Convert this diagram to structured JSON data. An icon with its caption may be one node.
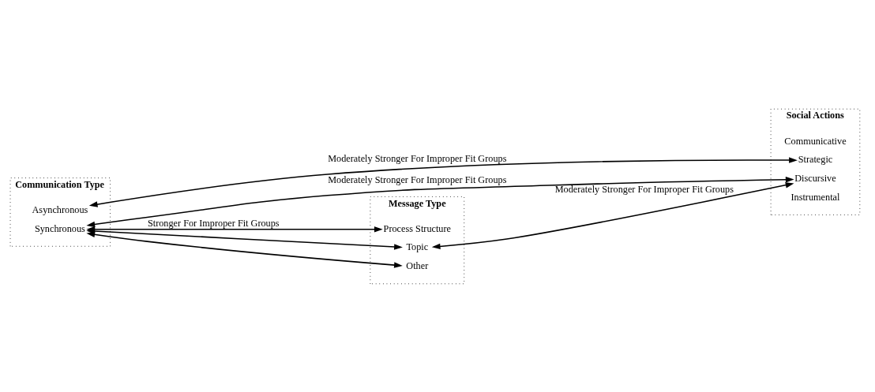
{
  "diagram": {
    "nodes": [
      {
        "text": [
          "Social Actions"
        ]
      },
      {
        "text": [
          "Communicative"
        ],
        "in": 0
      },
      {
        "text": [
          "Discursive"
        ],
        "in": 0
      },
      {
        "text": [
          "Strategic"
        ],
        "in": 0
      },
      {
        "text": [
          "Instrumental"
        ],
        "in": 0
      },
      {
        "text": [
          "Communication Type"
        ]
      },
      {
        "text": [
          "Asynchronous"
        ],
        "in": 5
      },
      {
        "text": [
          "Synchronous"
        ],
        "in": 5
      },
      {
        "text": [
          "Message Type"
        ]
      },
      {
        "text": [
          "Process Structure"
        ],
        "in": 8
      },
      {
        "text": [
          "Topic"
        ],
        "in": 8
      },
      {
        "text": [
          "Other"
        ],
        "in": 8
      }
    ],
    "edges": [
      {
        "from": 7,
        "to": 2,
        "arrow": "both",
        "label": "Moderately Stronger For Improper Fit Groups"
      },
      {
        "from": 6,
        "to": 3,
        "arrow": "both",
        "label": "Moderately Stronger For Improper Fit Groups"
      },
      {
        "from": 10,
        "to": 2,
        "arrow": "both",
        "label": "Moderately Stronger For Improper Fit Groups"
      },
      {
        "from": 7,
        "to": 9,
        "arrow": "both",
        "label": "Stronger For Improper Fit Groups"
      },
      {
        "from": 7,
        "to": 10,
        "arrow": "both"
      },
      {
        "from": 7,
        "to": 11,
        "arrow": "both"
      }
    ]
  }
}
